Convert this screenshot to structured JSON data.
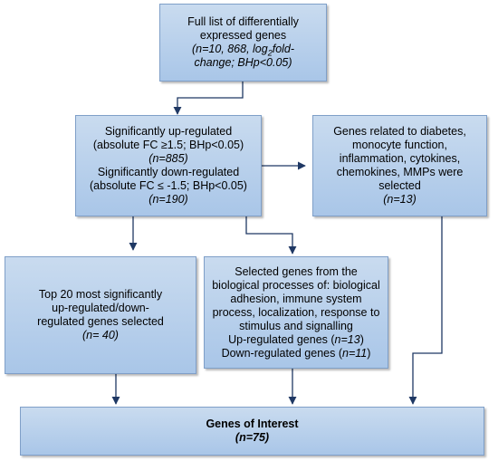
{
  "boxes": {
    "full_list": {
      "line1": "Full list of differentially",
      "line2": "expressed genes",
      "line3_a": "(n=10, 868, log",
      "line3_sub": "2",
      "line3_b": "fold-",
      "line4": "change; BHp<0.05)"
    },
    "regulated": {
      "line1": "Significantly up-regulated",
      "line2": "(absolute FC ≥1.5;  BHp<0.05)",
      "line3": "(n=885)",
      "line4": "Significantly down-regulated",
      "line5": "(absolute FC ≤ -1.5; BHp<0.05)",
      "line6": "(n=190)"
    },
    "related": {
      "line1": "Genes related to diabetes,",
      "line2": "monocyte function,",
      "line3": "inflammation, cytokines,",
      "line4": "chemokines, MMPs were",
      "line5": "selected",
      "line6": "(n=13)"
    },
    "top20": {
      "line1": "Top 20 most significantly",
      "line2": "up-regulated/down-",
      "line3": "regulated genes selected",
      "line4": "(n= 40)"
    },
    "selected": {
      "line1": "Selected genes from the",
      "line2": "biological processes of: biological",
      "line3": "adhesion, immune system",
      "line4": "process, localization, response to",
      "line5": "stimulus and signalling",
      "line6_a": "Up-regulated genes (",
      "line6_b": "n=13",
      "line6_c": ")",
      "line7_a": "Down-regulated genes (",
      "line7_b": "n=11",
      "line7_c": ")"
    },
    "interest": {
      "line1": "Genes of Interest",
      "line2": "(n=75)"
    }
  },
  "colors": {
    "box_fill_top": "#c9dbef",
    "box_fill_bottom": "#a9c6e8",
    "box_border": "#7f9fc8",
    "arrow": "#1f3864"
  }
}
